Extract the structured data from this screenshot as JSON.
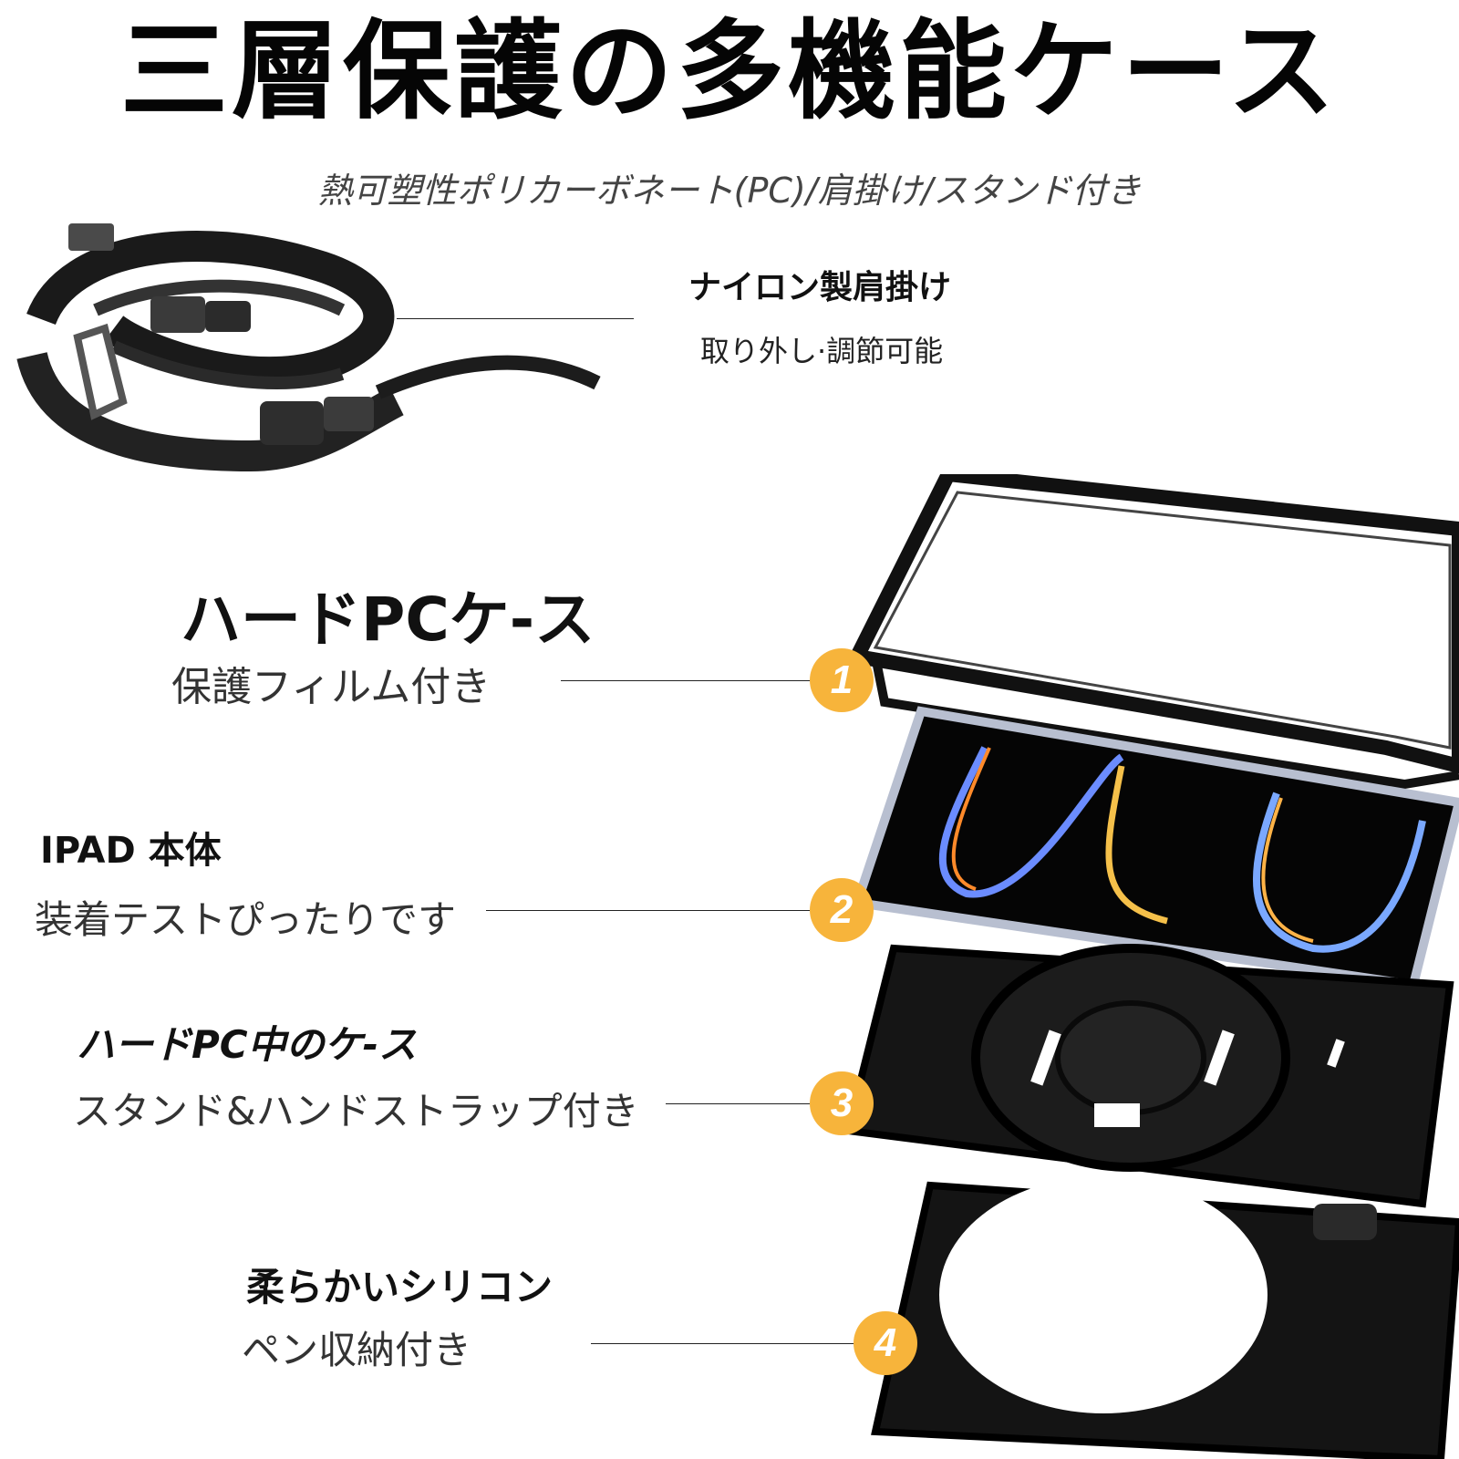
{
  "header": {
    "title": "三層保護の多機能ケース",
    "subtitle": "熱可塑性ポリカーボネート(PC)/肩掛け/スタンド付き"
  },
  "strap": {
    "title": "ナイロン製肩掛け",
    "description": "取り外し·調節可能"
  },
  "layers": [
    {
      "number": "1",
      "title": "ハードPCケ-ス",
      "description": "保護フィルム付き"
    },
    {
      "number": "2",
      "title": "IPAD 本体",
      "description": "装着テストぴったりです"
    },
    {
      "number": "3",
      "title": "ハードPC中のケ-ス",
      "description": "スタンド&ハンドストラップ付き"
    },
    {
      "number": "4",
      "title": "柔らかいシリコン",
      "description": "ペン収納付き"
    }
  ],
  "colors": {
    "badge": "#f7b43b",
    "case": "#111111"
  }
}
